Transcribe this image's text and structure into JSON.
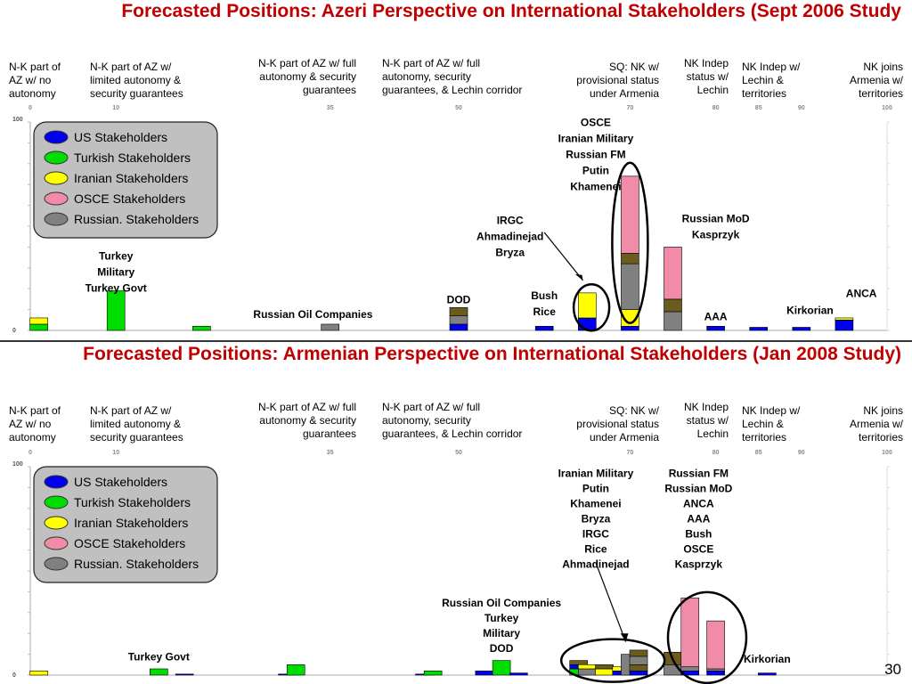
{
  "slide": {
    "title_top": "Forecasted Positions: Azeri Perspective on International Stakeholders (Sept 2006 Study",
    "title_bottom": "Forecasted Positions: Armenian Perspective on International Stakeholders (Jan 2008 Study)",
    "page_number": "30"
  },
  "position_labels": [
    {
      "id": "p0",
      "text": "N-K part of AZ w/ no autonomy",
      "lines": [
        "N-K part of",
        "AZ w/ no",
        "autonomy"
      ],
      "align": "left"
    },
    {
      "id": "p10",
      "text": "N-K part of AZ w/ limited autonomy & security guarantees",
      "lines": [
        "N-K part of AZ w/",
        "limited autonomy &",
        "security guarantees"
      ],
      "align": "left"
    },
    {
      "id": "p35",
      "text": "N-K part of AZ w/ full autonomy & security guarantees",
      "lines": [
        "N-K part of AZ w/ full",
        "autonomy & security",
        "guarantees"
      ],
      "align": "right"
    },
    {
      "id": "p50",
      "text": "N-K part of AZ w/ full autonomy, security guarantees, & Lechin corridor",
      "lines": [
        "N-K part of AZ w/ full",
        "autonomy, security",
        "guarantees, & Lechin corridor"
      ],
      "align": "left"
    },
    {
      "id": "p70",
      "text": "SQ: NK w/ provisional status under Armenia",
      "lines": [
        "SQ: NK w/",
        "provisional status",
        "under Armenia"
      ],
      "align": "right"
    },
    {
      "id": "p80",
      "text": "NK Indep status w/ Lechin",
      "lines": [
        "NK Indep",
        "status w/",
        "Lechin"
      ],
      "align": "right"
    },
    {
      "id": "p85",
      "text": "NK Indep w/ Lechin & territories",
      "lines": [
        "NK Indep w/",
        "Lechin &",
        "territories"
      ],
      "align": "left"
    },
    {
      "id": "p100",
      "text": "NK joins Armenia w/ territories",
      "lines": [
        "NK joins",
        "Armenia w/",
        "territories"
      ],
      "align": "right"
    }
  ],
  "legend": {
    "items": [
      {
        "label": "US Stakeholders",
        "color": "#0000ee"
      },
      {
        "label": "Turkish Stakeholders",
        "color": "#00dd00"
      },
      {
        "label": "Iranian Stakeholders",
        "color": "#ffff00"
      },
      {
        "label": "OSCE Stakeholders",
        "color": "#f08ca8"
      },
      {
        "label": "Russian. Stakeholders",
        "color": "#808080"
      }
    ]
  },
  "chart_data": [
    {
      "type": "bar",
      "stacked": true,
      "title": "Forecasted Positions: Azeri Perspective on International Stakeholders (Sept 2006 Study",
      "xlim": [
        0,
        100
      ],
      "ylim": [
        0,
        100
      ],
      "x_ticks": [
        0,
        10,
        35,
        50,
        70,
        80,
        85,
        90,
        100
      ],
      "y_ticks": [
        0,
        100
      ],
      "grid": false,
      "legend_placement": "top-left",
      "bars": [
        {
          "x": 1,
          "segments": [
            {
              "color": "#00dd00",
              "value": 3
            },
            {
              "color": "#ffff00",
              "value": 3
            }
          ]
        },
        {
          "x": 10,
          "segments": [
            {
              "color": "#00dd00",
              "value": 19
            }
          ]
        },
        {
          "x": 20,
          "segments": [
            {
              "color": "#00dd00",
              "value": 2
            }
          ]
        },
        {
          "x": 35,
          "segments": [
            {
              "color": "#808080",
              "value": 3
            }
          ]
        },
        {
          "x": 50,
          "segments": [
            {
              "color": "#0000ee",
              "value": 3
            },
            {
              "color": "#808080",
              "value": 4
            },
            {
              "color": "#6b5b1e",
              "value": 4
            }
          ]
        },
        {
          "x": 60,
          "segments": [
            {
              "color": "#0000ee",
              "value": 2
            }
          ]
        },
        {
          "x": 65,
          "segments": [
            {
              "color": "#0000ee",
              "value": 6
            },
            {
              "color": "#ffff00",
              "value": 12
            }
          ]
        },
        {
          "x": 70,
          "segments": [
            {
              "color": "#0000ee",
              "value": 2
            },
            {
              "color": "#ffff00",
              "value": 8
            },
            {
              "color": "#808080",
              "value": 22
            },
            {
              "color": "#6b5b1e",
              "value": 5
            },
            {
              "color": "#f08ca8",
              "value": 37
            }
          ]
        },
        {
          "x": 75,
          "segments": [
            {
              "color": "#808080",
              "value": 9
            },
            {
              "color": "#6b5b1e",
              "value": 6
            },
            {
              "color": "#f08ca8",
              "value": 25
            }
          ]
        },
        {
          "x": 80,
          "segments": [
            {
              "color": "#0000ee",
              "value": 2
            }
          ]
        },
        {
          "x": 85,
          "segments": [
            {
              "color": "#0000ee",
              "value": 1.5
            }
          ]
        },
        {
          "x": 90,
          "segments": [
            {
              "color": "#0000ee",
              "value": 1.5
            }
          ]
        },
        {
          "x": 95,
          "segments": [
            {
              "color": "#0000ee",
              "value": 5
            },
            {
              "color": "#ffff00",
              "value": 1
            }
          ]
        }
      ],
      "annotations": [
        {
          "x": 10,
          "y": 34,
          "lines": [
            "Turkey",
            "Military",
            "Turkey Govt"
          ]
        },
        {
          "x": 33,
          "y": 6,
          "lines": [
            "Russian Oil Companies"
          ]
        },
        {
          "x": 50,
          "y": 13,
          "lines": [
            "DOD"
          ]
        },
        {
          "x": 56,
          "y": 51,
          "lines": [
            "IRGC",
            "Ahmadinejad",
            "Bryza"
          ]
        },
        {
          "x": 60,
          "y": 15,
          "lines": [
            "Bush",
            "Rice"
          ]
        },
        {
          "x": 66,
          "y": 98,
          "lines": [
            "OSCE",
            "Iranian Military",
            "Russian FM",
            "Putin",
            "Khamenei"
          ]
        },
        {
          "x": 80,
          "y": 52,
          "lines": [
            "Russian MoD",
            "Kasprzyk"
          ]
        },
        {
          "x": 80,
          "y": 5,
          "lines": [
            "AAA"
          ]
        },
        {
          "x": 91,
          "y": 8,
          "lines": [
            "Kirkorian"
          ]
        },
        {
          "x": 97,
          "y": 16,
          "lines": [
            "ANCA"
          ]
        }
      ]
    },
    {
      "type": "bar",
      "stacked": true,
      "title": "Forecasted Positions: Armenian Perspective on International Stakeholders (Jan 2008 Study)",
      "xlim": [
        0,
        100
      ],
      "ylim": [
        0,
        100
      ],
      "x_ticks": [
        0,
        10,
        35,
        50,
        70,
        80,
        85,
        90,
        100
      ],
      "y_ticks": [
        0,
        100
      ],
      "grid": false,
      "legend_placement": "top-left",
      "bars": [
        {
          "x": 1,
          "segments": [
            {
              "color": "#ffff00",
              "value": 2
            }
          ]
        },
        {
          "x": 15,
          "segments": [
            {
              "color": "#00dd00",
              "value": 3
            }
          ]
        },
        {
          "x": 18,
          "segments": [
            {
              "color": "#0000ee",
              "value": 0.5
            }
          ]
        },
        {
          "x": 30,
          "segments": [
            {
              "color": "#0000ee",
              "value": 0.5
            }
          ]
        },
        {
          "x": 31,
          "segments": [
            {
              "color": "#00dd00",
              "value": 5
            }
          ]
        },
        {
          "x": 46,
          "segments": [
            {
              "color": "#0000ee",
              "value": 0.5
            }
          ]
        },
        {
          "x": 47,
          "segments": [
            {
              "color": "#00dd00",
              "value": 2
            }
          ]
        },
        {
          "x": 53,
          "segments": [
            {
              "color": "#0000ee",
              "value": 2
            }
          ]
        },
        {
          "x": 55,
          "segments": [
            {
              "color": "#00dd00",
              "value": 7
            }
          ]
        },
        {
          "x": 57,
          "segments": [
            {
              "color": "#0000ee",
              "value": 1
            }
          ]
        },
        {
          "x": 64,
          "segments": [
            {
              "color": "#00dd00",
              "value": 3
            },
            {
              "color": "#0000ee",
              "value": 2
            },
            {
              "color": "#6b5b1e",
              "value": 2
            }
          ]
        },
        {
          "x": 65,
          "segments": [
            {
              "color": "#808080",
              "value": 3
            },
            {
              "color": "#ffff00",
              "value": 2
            }
          ]
        },
        {
          "x": 67,
          "segments": [
            {
              "color": "#ffff00",
              "value": 3
            },
            {
              "color": "#6b5b1e",
              "value": 2
            }
          ]
        },
        {
          "x": 69,
          "segments": [
            {
              "color": "#0000ee",
              "value": 2
            },
            {
              "color": "#ffff00",
              "value": 2
            }
          ]
        },
        {
          "x": 70,
          "segments": [
            {
              "color": "#808080",
              "value": 10
            }
          ]
        },
        {
          "x": 71,
          "segments": [
            {
              "color": "#0000ee",
              "value": 2
            },
            {
              "color": "#6b5b1e",
              "value": 3
            },
            {
              "color": "#808080",
              "value": 4
            },
            {
              "color": "#6b5b1e",
              "value": 3
            }
          ]
        },
        {
          "x": 75,
          "segments": [
            {
              "color": "#808080",
              "value": 5
            },
            {
              "color": "#6b5b1e",
              "value": 6
            }
          ]
        },
        {
          "x": 77,
          "segments": [
            {
              "color": "#0000ee",
              "value": 2
            },
            {
              "color": "#808080",
              "value": 2
            },
            {
              "color": "#f08ca8",
              "value": 33
            }
          ]
        },
        {
          "x": 80,
          "segments": [
            {
              "color": "#0000ee",
              "value": 2
            },
            {
              "color": "#808080",
              "value": 1
            },
            {
              "color": "#f08ca8",
              "value": 23
            }
          ]
        },
        {
          "x": 86,
          "segments": [
            {
              "color": "#0000ee",
              "value": 1
            }
          ]
        }
      ],
      "annotations": [
        {
          "x": 15,
          "y": 7,
          "lines": [
            "Turkey Govt"
          ]
        },
        {
          "x": 66,
          "y": 95,
          "lines": [
            "Iranian Military",
            "Putin",
            "Khamenei",
            "Bryza",
            "IRGC",
            "Rice",
            "Ahmadinejad"
          ]
        },
        {
          "x": 78,
          "y": 95,
          "lines": [
            "Russian FM",
            "Russian MoD",
            "ANCA",
            "AAA",
            "Bush",
            "OSCE",
            "Kasprzyk"
          ]
        },
        {
          "x": 55,
          "y": 33,
          "lines": [
            "Russian Oil Companies",
            "Turkey",
            "Military",
            "DOD"
          ]
        },
        {
          "x": 86,
          "y": 6,
          "lines": [
            "Kirkorian"
          ]
        }
      ]
    }
  ]
}
